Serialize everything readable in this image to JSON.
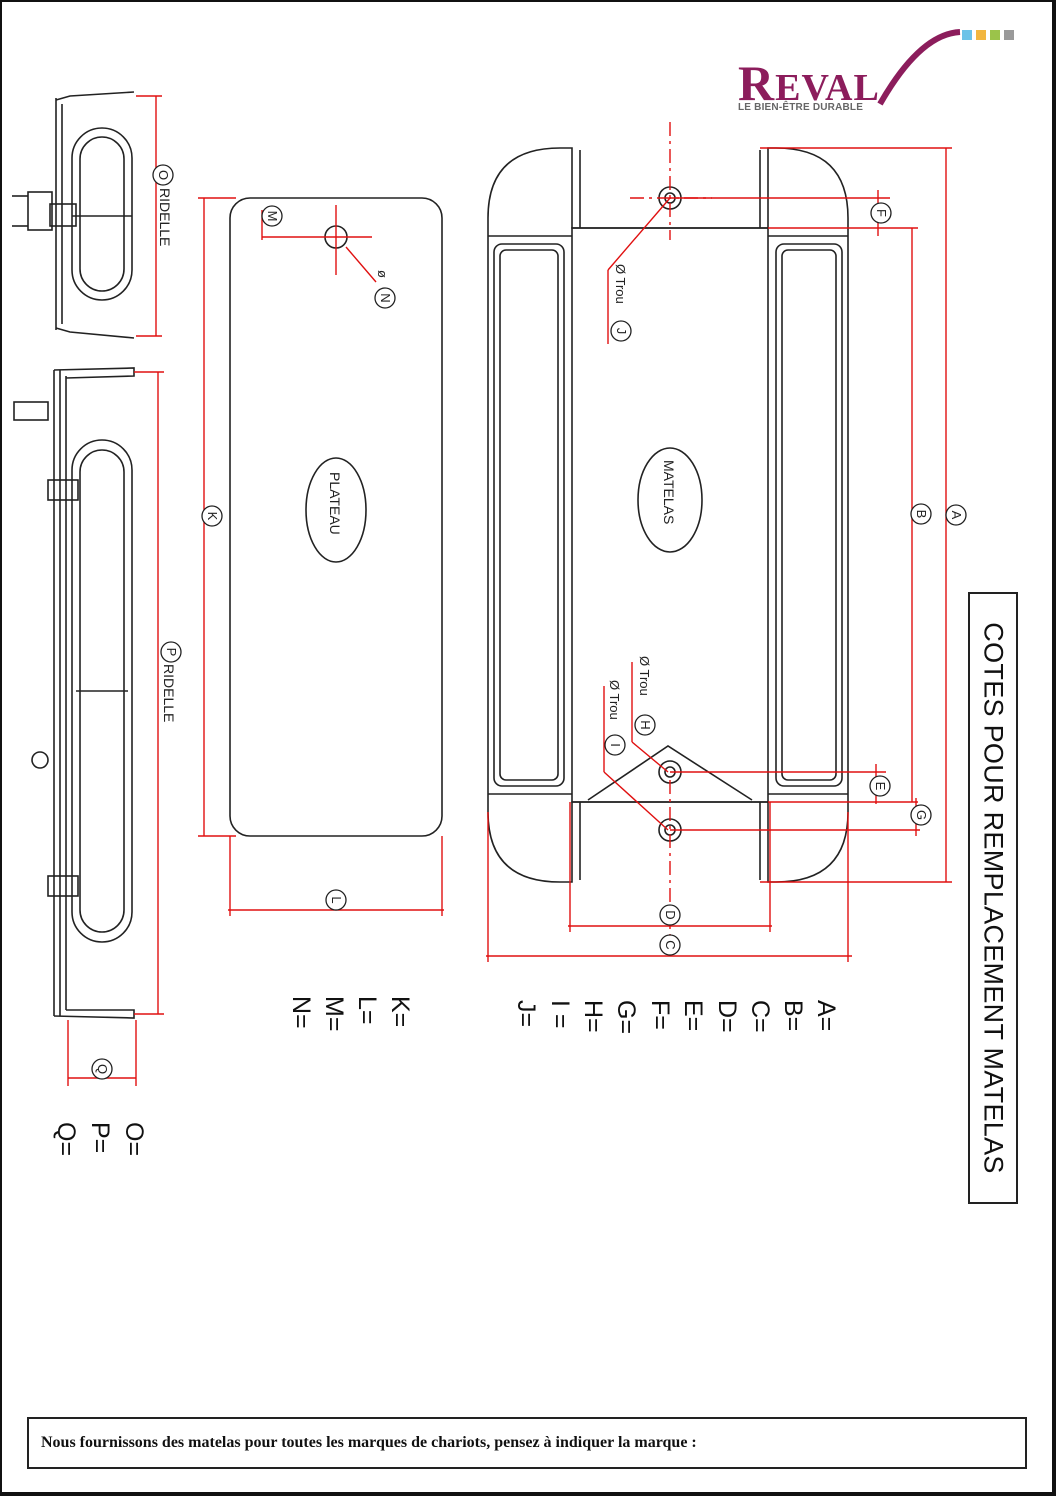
{
  "logo": {
    "word_big": "R",
    "word_rest": "EVAL",
    "tagline": "LE BIEN-ÊTRE DURABLE",
    "brand_color": "#8c1d5c",
    "squares": [
      "#6cc3e8",
      "#f2b640",
      "#9bc34a",
      "#9a9a9a"
    ]
  },
  "title": "COTES POUR REMPLACEMENT MATELAS",
  "drawing": {
    "colors": {
      "line": "#222222",
      "dimension": "#e01010"
    },
    "labels": {
      "ridelle_o": "RIDELLE",
      "ridelle_p": "RIDELLE",
      "plateau": "PLATEAU",
      "matelas": "MATELAS",
      "trou_j": "Ø Trou",
      "trou_h": "Ø Trou",
      "trou_i": "Ø Trou",
      "dia_n": "ø"
    },
    "letters": [
      "A",
      "B",
      "C",
      "D",
      "E",
      "F",
      "G",
      "H",
      "I",
      "J",
      "K",
      "L",
      "M",
      "N",
      "O",
      "P",
      "Q"
    ]
  },
  "fields": {
    "matelas": [
      "A=",
      "B=",
      "C=",
      "D=",
      "E=",
      "F=",
      "G=",
      "H=",
      "I =",
      "J="
    ],
    "plateau": [
      "K=",
      "L=",
      "M=",
      "N="
    ],
    "ridelle": [
      "O=",
      "P=",
      "Q="
    ]
  },
  "footer": "Nous fournissons des matelas pour toutes les marques de chariots, pensez à indiquer la marque :"
}
